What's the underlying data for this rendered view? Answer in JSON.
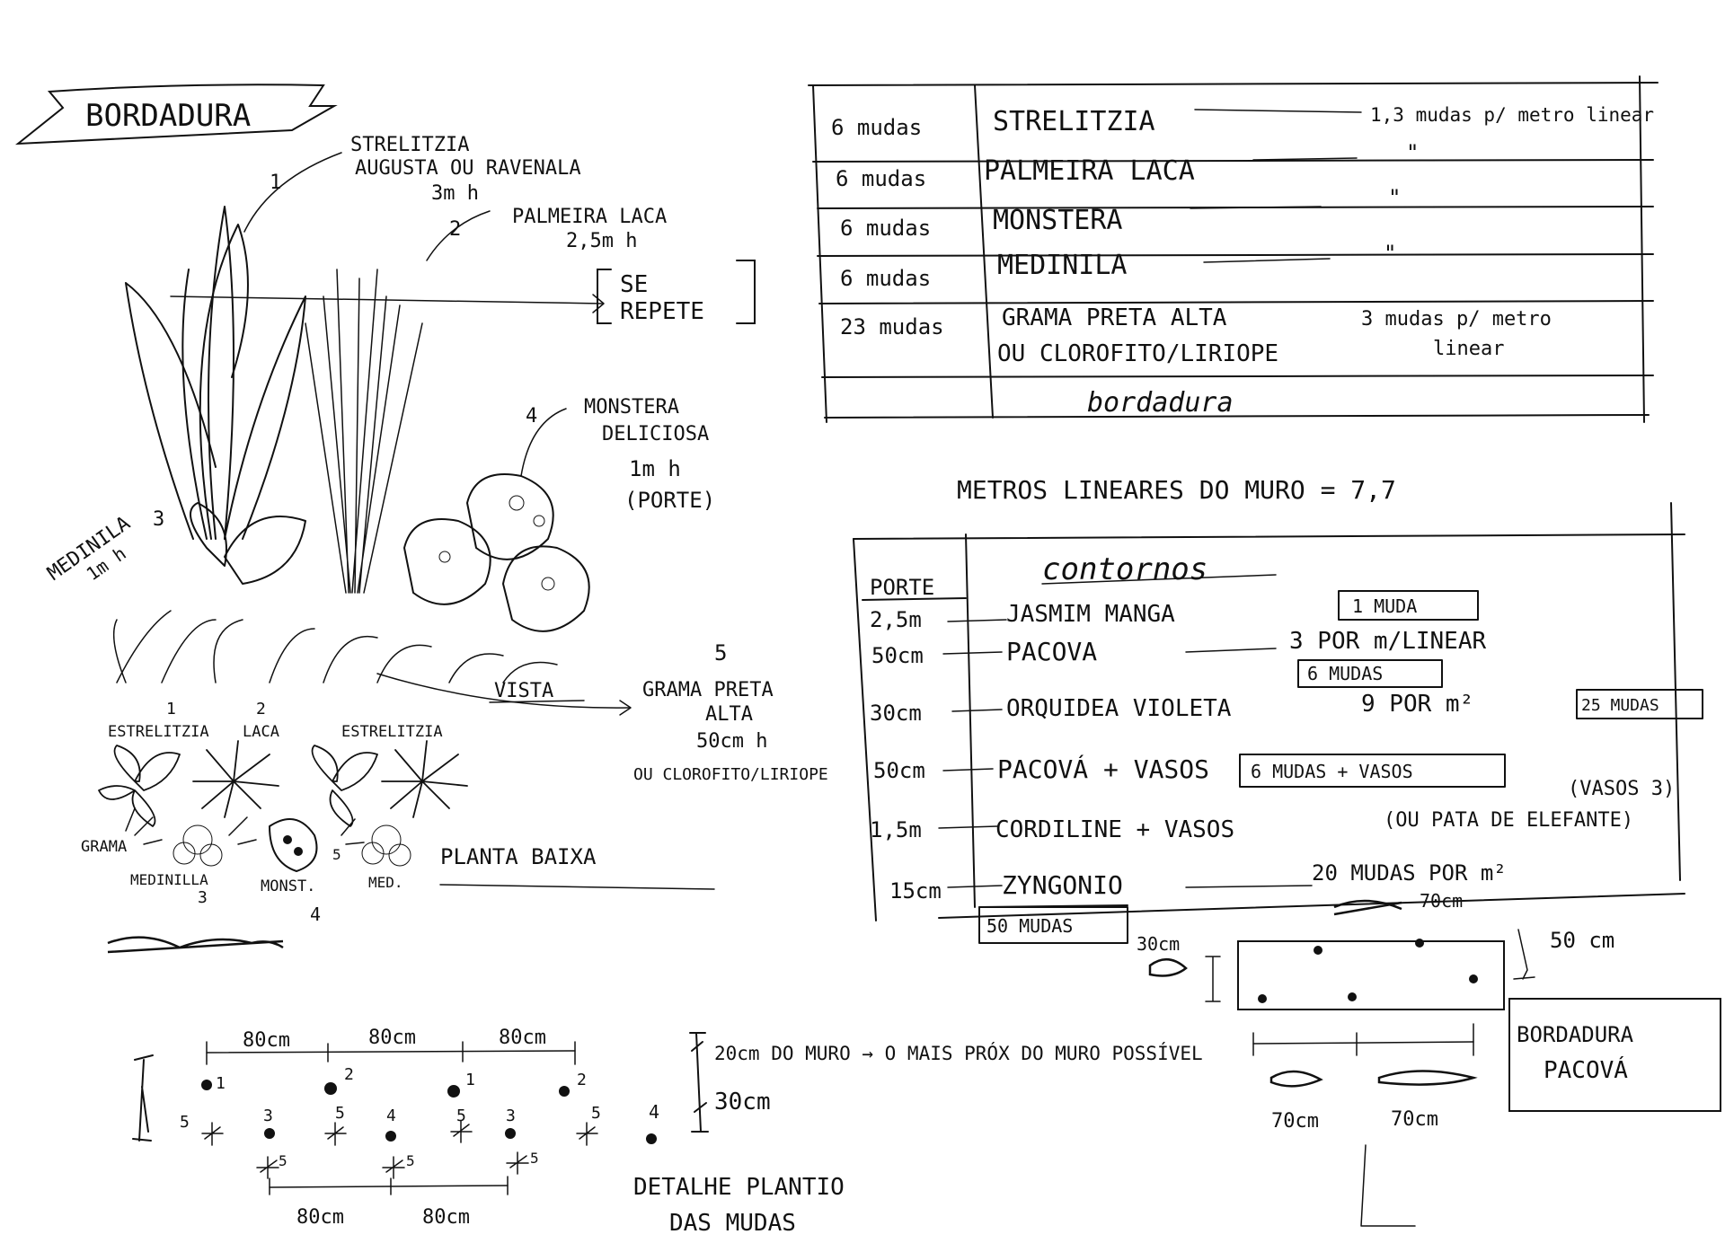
{
  "title": "BORDADURA",
  "labels": {
    "strelitzia": [
      "STRELITZIA",
      "AUGUSTA OU RAVENALA",
      "3m h"
    ],
    "strelitzia_num": "1",
    "palmeira_num": "2",
    "palmeira": [
      "PALMEIRA LACA",
      "2,5m h"
    ],
    "se_repete": [
      "SE",
      "REPETE"
    ],
    "monstera_num": "4",
    "monstera": [
      "MONSTERA",
      "DELICIOSA",
      "1m h",
      "(PORTE)"
    ],
    "medinila": [
      "MEDINILA",
      "1m h",
      "3"
    ],
    "grama_num": "5",
    "grama": [
      "GRAMA PRETA",
      "ALTA",
      "50cm h",
      "OU CLOROFITO/LIRIOPE"
    ],
    "vista": "VISTA"
  },
  "plan": {
    "top_labels": [
      {
        "num": "1",
        "name": "ESTRELITZIA"
      },
      {
        "num": "2",
        "name": "LACA"
      },
      {
        "num": "",
        "name": "ESTRELITZIA"
      }
    ],
    "grama": "GRAMA",
    "medinila": "MEDINILLA",
    "medinila_num": "3",
    "monst": "MONST.",
    "monst_num": "4",
    "med": "MED.",
    "five": "5",
    "title": "PLANTA BAIXA"
  },
  "table1": {
    "rows": [
      {
        "qty": "6 mudas",
        "plant": "STRELITZIA",
        "rate": "1,3 mudas p/ metro linear"
      },
      {
        "qty": "6 mudas",
        "plant": "PALMEIRA LACA",
        "rate": "\""
      },
      {
        "qty": "6 mudas",
        "plant": "MONSTERA",
        "rate": "\""
      },
      {
        "qty": "6 mudas",
        "plant": "MEDINILA",
        "rate": "\""
      },
      {
        "qty": "23 mudas",
        "plant": "GRAMA PRETA ALTA",
        "plant2": "OU CLOROFITO/LIRIOPE",
        "rate": "3 mudas p/ metro",
        "rate2": "linear"
      }
    ],
    "footer": "bordadura"
  },
  "meters": "METROS LINEARES DO MURO = 7,7",
  "table2": {
    "header_porte": "PORTE",
    "header_title": "contornos",
    "rows": [
      {
        "porte": "2,5m",
        "plant": "JASMIM MANGA",
        "note": "1 MUDA"
      },
      {
        "porte": "50cm",
        "plant": "PACOVA",
        "note": "3 POR m/LINEAR",
        "box": "6 MUDAS"
      },
      {
        "porte": "30cm",
        "plant": "ORQUIDEA VIOLETA",
        "note": "9 POR m²",
        "box": "25 MUDAS"
      },
      {
        "porte": "50cm",
        "plant": "PACOVÁ + VASOS",
        "box": "6 MUDAS + VASOS",
        "extra": "(VASOS 3)"
      },
      {
        "porte": "1,5m",
        "plant": "CORDILINE + VASOS",
        "note": "(OU PATA DE ELEFANTE)"
      },
      {
        "porte": "15cm",
        "plant": "ZYNGONIO",
        "note": "20 MUDAS POR m²",
        "box": "50 MUDAS"
      }
    ]
  },
  "detail_right": {
    "d70": "70cm",
    "d30": "30cm",
    "d50": "50 cm",
    "bottom": [
      "70cm",
      "70cm"
    ],
    "label": [
      "BORDADURA",
      "PACOVÁ"
    ]
  },
  "planting": {
    "dims_top": [
      "80cm",
      "80cm",
      "80cm"
    ],
    "dims_bottom": [
      "80cm",
      "80cm"
    ],
    "row1": [
      "1",
      "2",
      "1",
      "2"
    ],
    "row2": [
      "5",
      "3",
      "5",
      "4",
      "5",
      "3",
      "5",
      "4"
    ],
    "row3": [
      "5",
      "5",
      "5"
    ],
    "note1": "20cm DO MURO → O MAIS PRÓX DO MURO POSSÍVEL",
    "note2": "30cm",
    "title": [
      "DETALHE PLANTIO",
      "DAS MUDAS"
    ]
  }
}
